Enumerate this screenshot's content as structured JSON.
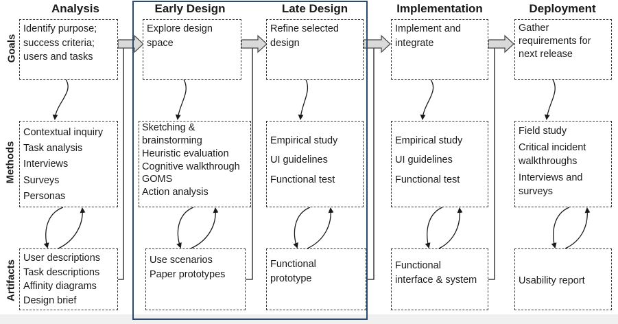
{
  "phases": [
    "Analysis",
    "Early Design",
    "Late Design",
    "Implementation",
    "Deployment"
  ],
  "rows": {
    "goals": "Goals",
    "methods": "Methods",
    "artifacts": "Artifacts"
  },
  "analysis": {
    "goals": [
      "Identify purpose;",
      "success criteria;",
      "users and tasks"
    ],
    "methods": [
      "Contextual inquiry",
      "Task analysis",
      "Interviews",
      "Surveys",
      "Personas"
    ],
    "artifacts": [
      "User descriptions",
      "Task descriptions",
      "Affinity diagrams",
      "Design brief"
    ]
  },
  "early_design": {
    "goals": [
      "Explore design",
      "space"
    ],
    "methods": [
      "Sketching  &",
      "brainstorming",
      "Heuristic evaluation",
      "Cognitive walkthrough",
      "GOMS",
      "Action analysis"
    ],
    "artifacts": [
      "Use scenarios",
      "Paper prototypes"
    ]
  },
  "late_design": {
    "goals": [
      "Refine selected",
      "design"
    ],
    "methods": [
      "Empirical study",
      "UI guidelines",
      "Functional test"
    ],
    "artifacts": [
      "Functional",
      "prototype"
    ]
  },
  "implementation": {
    "goals": [
      "Implement and",
      "integrate"
    ],
    "methods": [
      "Empirical study",
      "UI guidelines",
      "Functional test"
    ],
    "artifacts": [
      "Functional",
      "interface & system"
    ]
  },
  "deployment": {
    "goals": [
      "Gather",
      "requirements for",
      "next release"
    ],
    "methods": [
      "Field study",
      "Critical incident",
      "walkthroughs",
      "Interviews and",
      "surveys"
    ],
    "artifacts": [
      "Usability report"
    ]
  }
}
